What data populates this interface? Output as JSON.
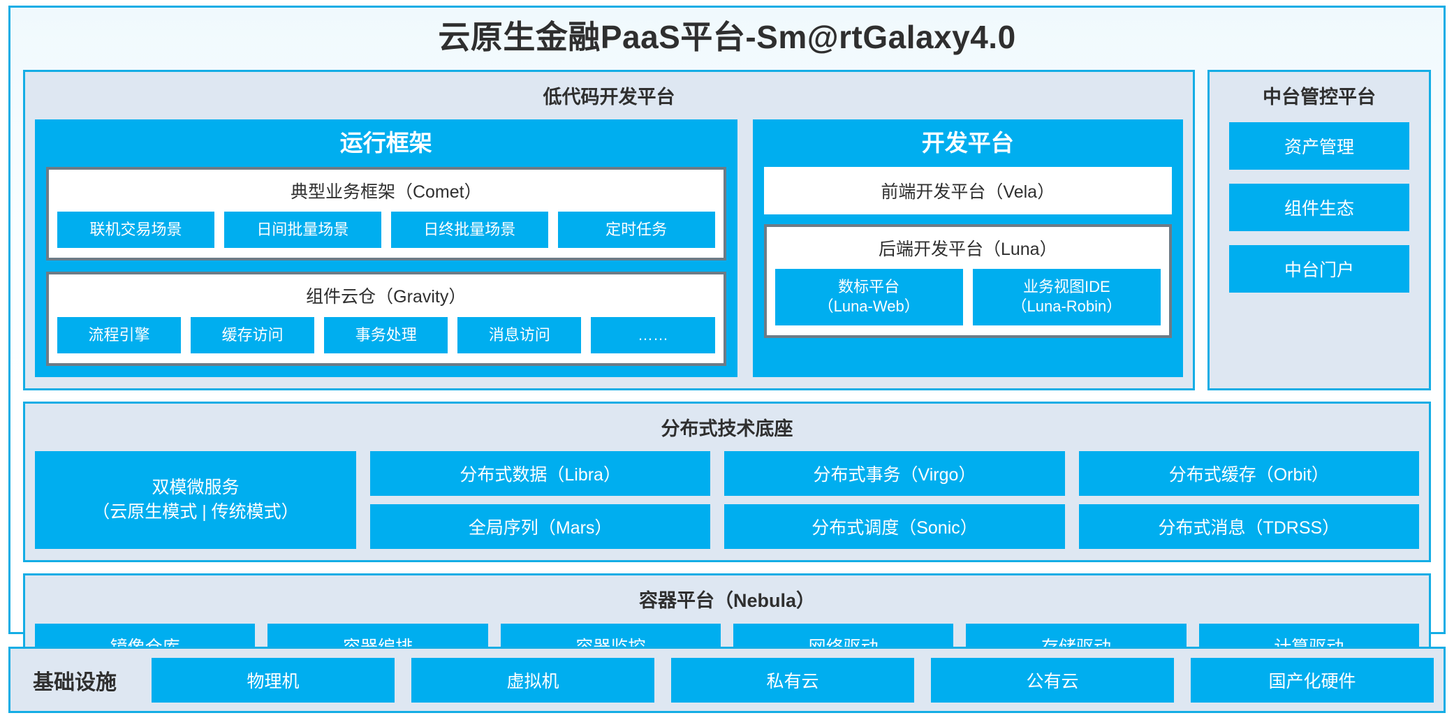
{
  "title": "云原生金融PaaS平台-Sm@rtGalaxy4.0",
  "colors": {
    "accent_blue": "#00AEEF",
    "frame_blue": "#14ADE5",
    "panel_bg": "#DEE7F2",
    "inner_border_gray": "#6D7B86",
    "text_dark": "#2F2F2F",
    "chip_text": "#FFFFFF"
  },
  "lowcode": {
    "title": "低代码开发平台",
    "runtime_framework": {
      "title": "运行框架",
      "comet": {
        "title": "典型业务框架（Comet）",
        "items": [
          "联机交易场景",
          "日间批量场景",
          "日终批量场景",
          "定时任务"
        ]
      },
      "gravity": {
        "title": "组件云仓（Gravity）",
        "items": [
          "流程引擎",
          "缓存访问",
          "事务处理",
          "消息访问",
          "……"
        ]
      }
    },
    "dev_platform": {
      "title": "开发平台",
      "frontend": "前端开发平台（Vela）",
      "backend": {
        "title": "后端开发平台（Luna）",
        "items": [
          {
            "name": "数标平台",
            "code": "（Luna-Web）"
          },
          {
            "name": "业务视图IDE",
            "code": "（Luna-Robin）"
          }
        ]
      }
    }
  },
  "midoffice": {
    "title": "中台管控平台",
    "items": [
      "资产管理",
      "组件生态",
      "中台门户"
    ]
  },
  "distributed": {
    "title": "分布式技术底座",
    "dual_mode": "双模微服务\n（云原生模式 | 传统模式）",
    "columns": [
      [
        "分布式数据（Libra）",
        "全局序列（Mars）"
      ],
      [
        "分布式事务（Virgo）",
        "分布式调度（Sonic）"
      ],
      [
        "分布式缓存（Orbit）",
        "分布式消息（TDRSS）"
      ]
    ]
  },
  "container": {
    "title": "容器平台（Nebula）",
    "items": [
      "镜像仓库",
      "容器编排",
      "容器监控",
      "网络驱动",
      "存储驱动",
      "计算驱动"
    ]
  },
  "infrastructure": {
    "label": "基础设施",
    "items": [
      "物理机",
      "虚拟机",
      "私有云",
      "公有云",
      "国产化硬件"
    ]
  }
}
